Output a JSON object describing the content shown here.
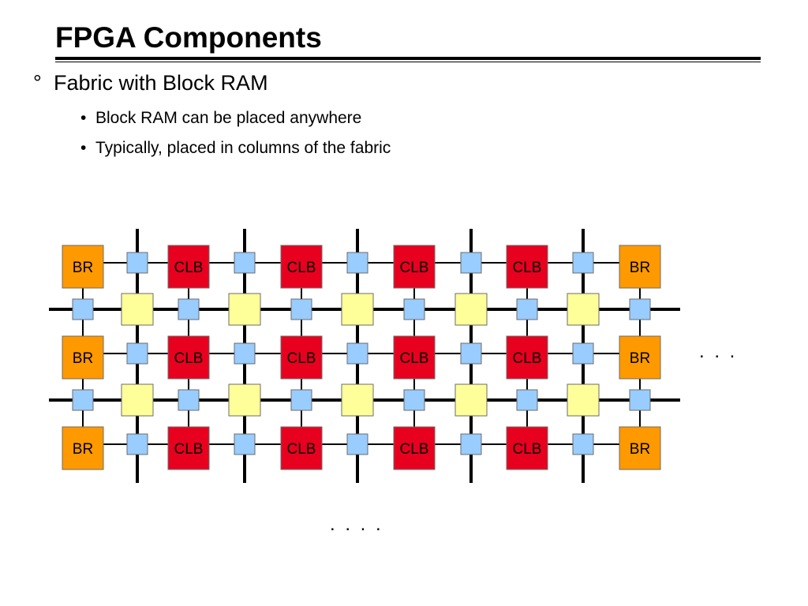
{
  "slide": {
    "title": "FPGA Components",
    "bullet": {
      "marker": "°",
      "text": "Fabric with Block RAM",
      "subbullets": [
        {
          "marker": "•",
          "text": "Block RAM can be placed anywhere"
        },
        {
          "marker": "•",
          "text": "Typically, placed in columns of the fabric"
        }
      ]
    }
  },
  "diagram": {
    "block_labels": {
      "block_ram": "BR",
      "logic_block": "CLB"
    },
    "grid": {
      "rows": 3,
      "columns": [
        "BR",
        "CLB",
        "CLB",
        "CLB",
        "CLB",
        "BR"
      ]
    },
    "ellipsis_right": ". . .",
    "ellipsis_bottom": ". . . .",
    "colors": {
      "block_ram": "#ff9900",
      "logic_block": "#e8001f",
      "switch_box": "#99ccff",
      "connection_box": "#ffff99",
      "wire": "#000000",
      "border": "#6b6b6b"
    }
  }
}
